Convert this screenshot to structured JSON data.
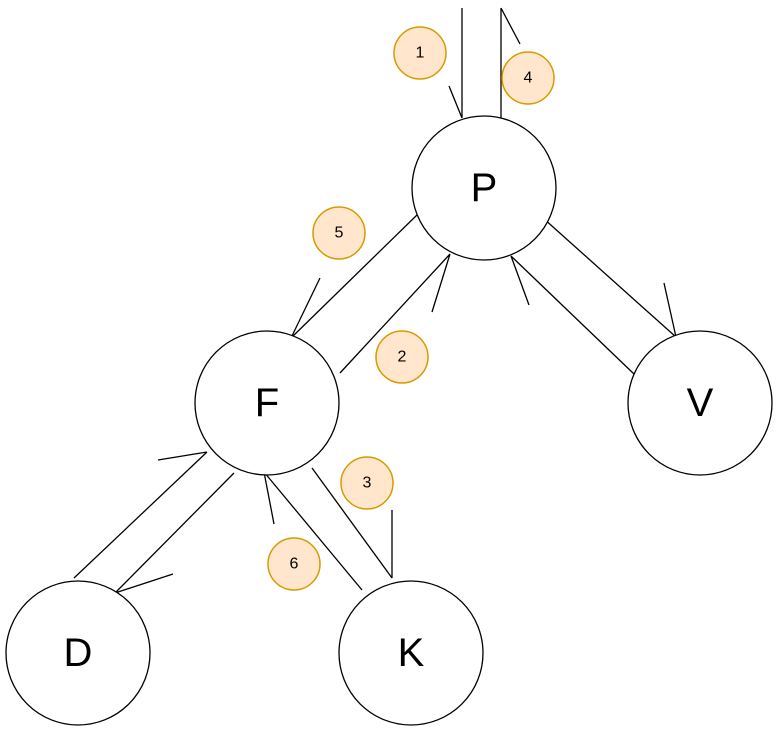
{
  "nodes": [
    {
      "id": "P",
      "label": "P"
    },
    {
      "id": "F",
      "label": "F"
    },
    {
      "id": "V",
      "label": "V"
    },
    {
      "id": "D",
      "label": "D"
    },
    {
      "id": "K",
      "label": "K"
    }
  ],
  "steps": [
    {
      "id": "step-1",
      "label": "1"
    },
    {
      "id": "step-2",
      "label": "2"
    },
    {
      "id": "step-3",
      "label": "3"
    },
    {
      "id": "step-4",
      "label": "4"
    },
    {
      "id": "step-5",
      "label": "5"
    },
    {
      "id": "step-6",
      "label": "6"
    }
  ],
  "colors": {
    "node_stroke": "#000000",
    "node_fill": "#ffffff",
    "edge": "#000000",
    "step_fill": "#ffe6cc",
    "step_stroke": "#d79b00"
  }
}
